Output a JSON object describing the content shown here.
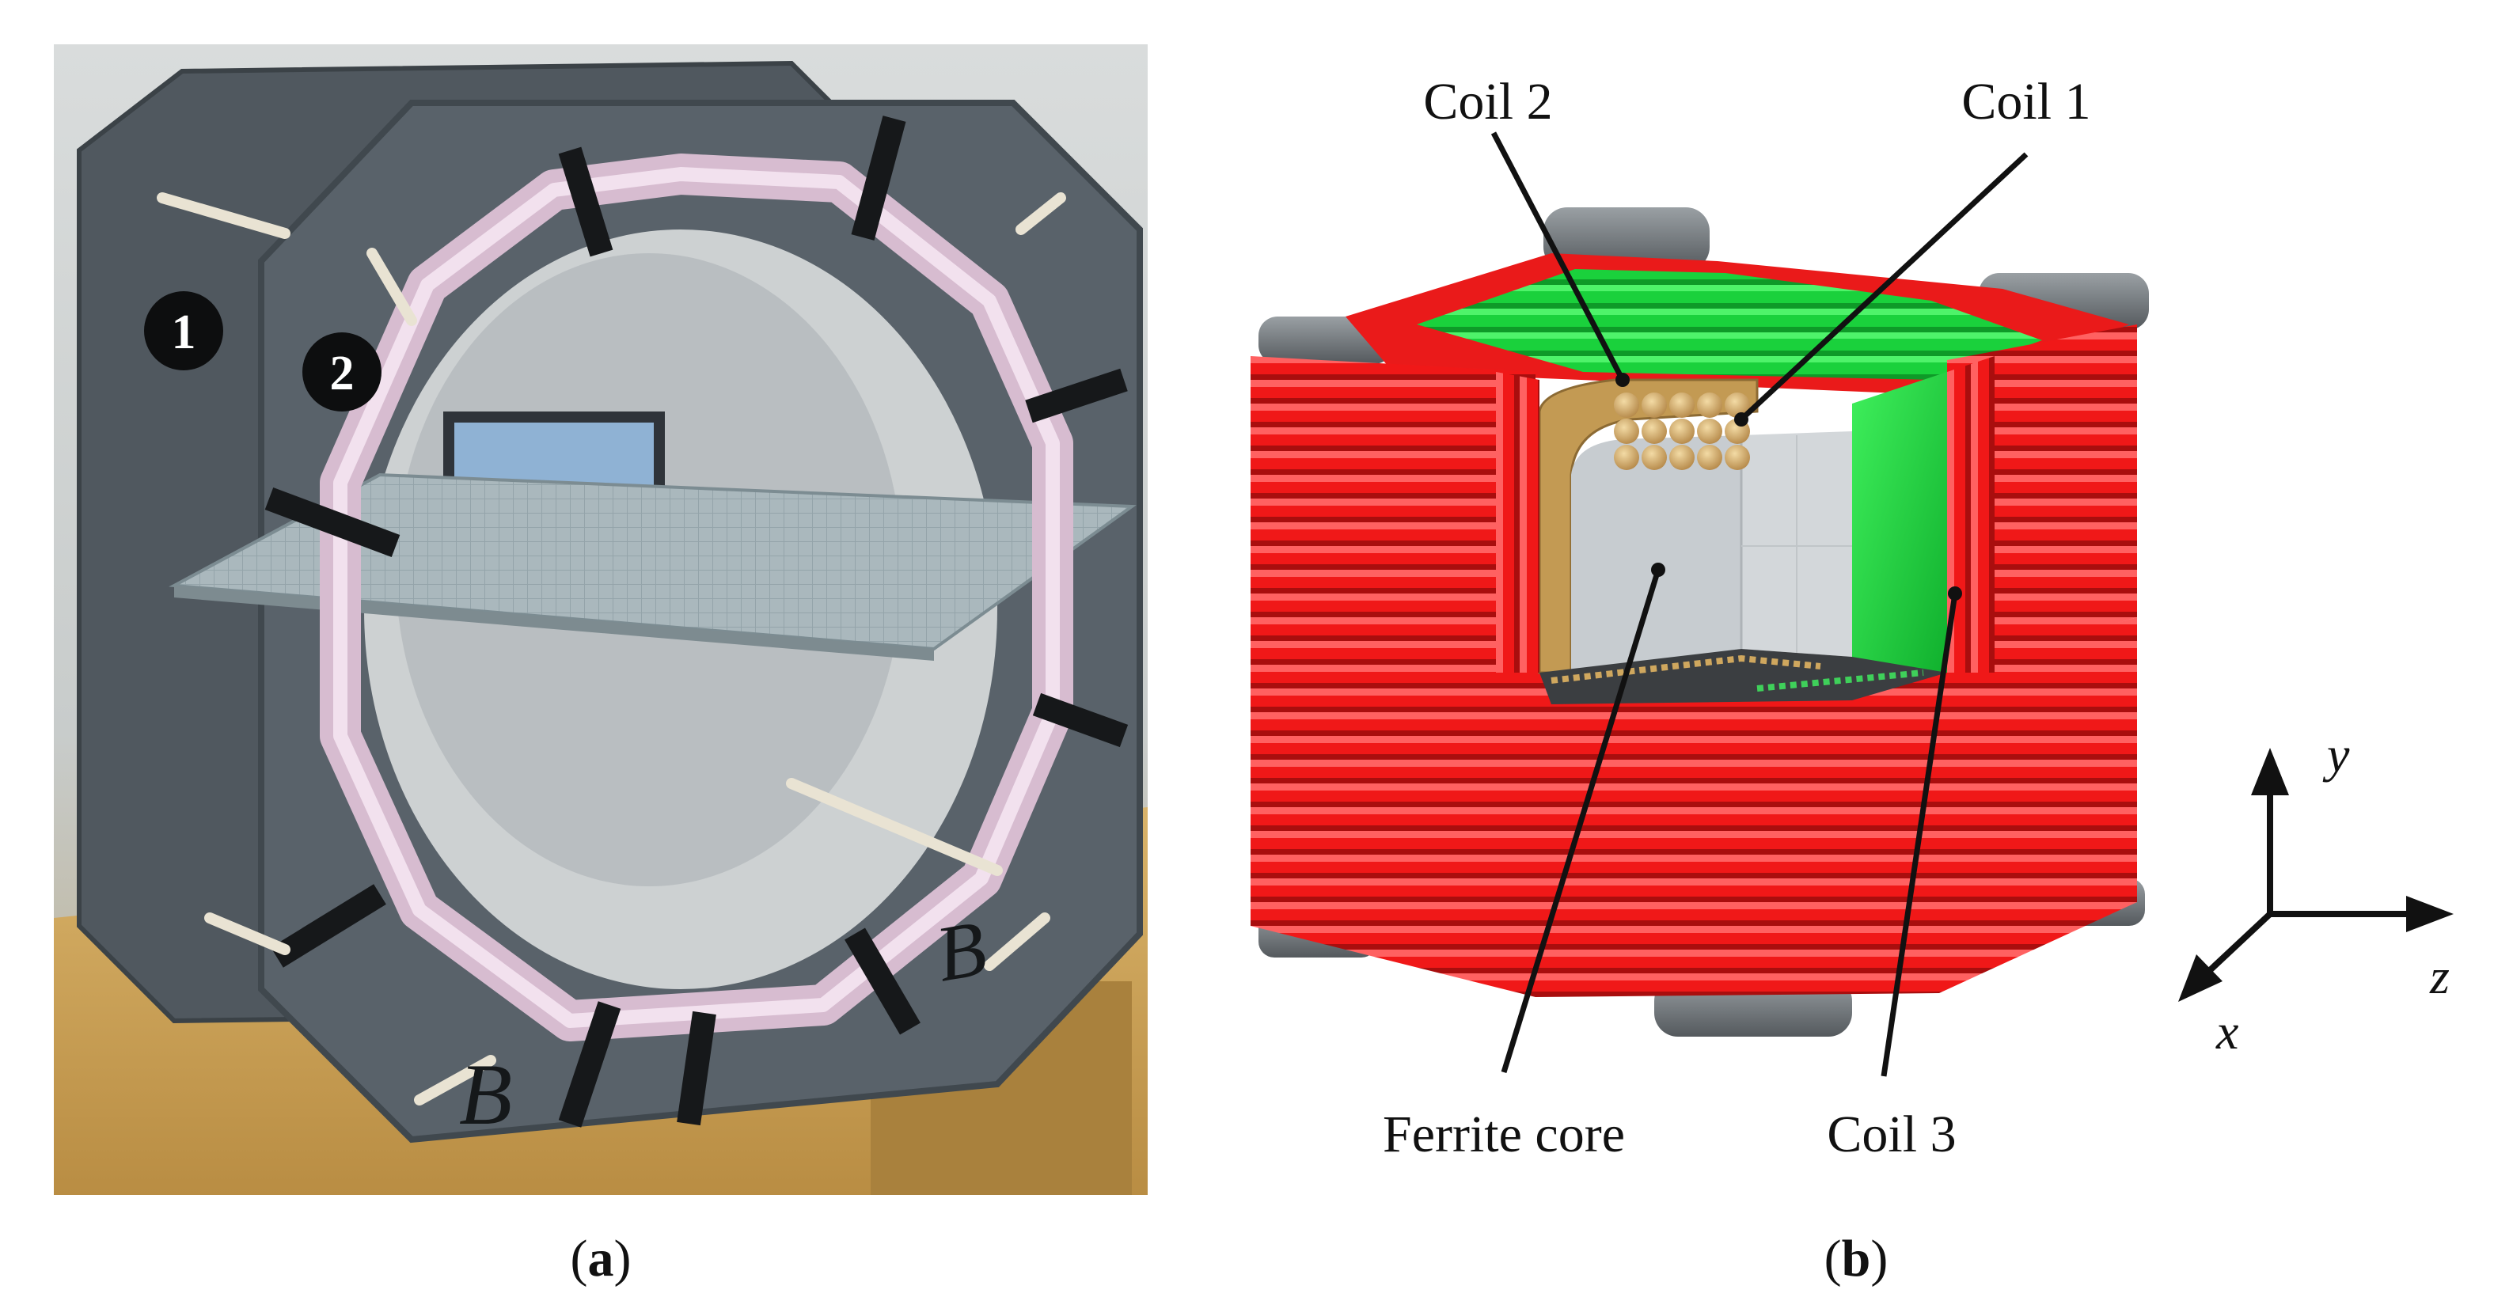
{
  "panel_a": {
    "caption_letter": "a",
    "frame_badges": [
      "1",
      "2"
    ],
    "handwritten_marks": [
      "B",
      "B"
    ]
  },
  "panel_b": {
    "caption_letter": "b",
    "labels": {
      "coil2": "Coil 2",
      "coil1": "Coil 1",
      "ferrite": "Ferrite core",
      "coil3": "Coil 3"
    },
    "axes": {
      "y": "y",
      "z": "z",
      "x": "x"
    },
    "colors": {
      "coil3": "#f01818",
      "coil2": "#16d43a",
      "coil1": "#c8a05a",
      "core": "#c9cdd0",
      "pads": "#707478"
    }
  }
}
